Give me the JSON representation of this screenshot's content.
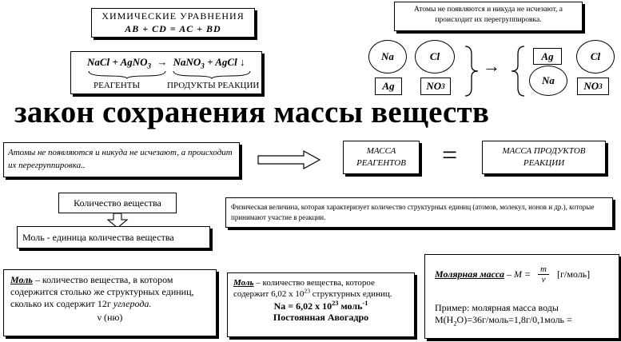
{
  "chem_box": {
    "title": "ХИМИЧЕСКИЕ УРАВНЕНИЯ",
    "equation": "AB + CD = AC + BD"
  },
  "reaction_box": {
    "reactants": "NaCl + AgNO",
    "reactants_sub": "3",
    "arrow": "→",
    "products": "NaNO",
    "products_sub": "3",
    "products_tail": " + AgCl ↓",
    "label_reagents": "РЕАГЕНТЫ",
    "label_products": "ПРОДУКТЫ РЕАКЦИИ"
  },
  "note_top": "Атомы не появляются и никуда не исчезают, а происходит их перегруппировка.",
  "atoms_left": {
    "na": "Na",
    "cl": "Cl",
    "ag": "Ag",
    "no": "NO",
    "no_sub": "3"
  },
  "atoms_right": {
    "ag": "Ag",
    "cl": "Cl",
    "na": "Na",
    "no": "NO",
    "no_sub": "3"
  },
  "arrow_right_symbol": "→",
  "main_title": "закон сохранения массы веществ",
  "law_note": "Атомы не появляются и никуда не исчезают, а происходит их перегруппировка..",
  "mass_reagents": "МАССА РЕАГЕНТОВ",
  "equals": "=",
  "mass_products": "МАССА ПРОДУКТОВ РЕАКЦИИ",
  "quantity_label": "Количество вещества",
  "mol_unit": "Моль  -  единица количества вещества",
  "physical_quantity": "Физическая величина, которая характеризует количество структурных единиц (атомов, молекул, ионов и др.),  которые принимают участие в реакции.",
  "mol_def_left": {
    "term": "Моль",
    "text": " – количество вещества, в котором содержится столько же структурных единиц, сколько их содержит 12г ",
    "carbon": "углерода.",
    "symbol": "ν (ню)"
  },
  "mol_def_mid": {
    "term": "Моль",
    "text": " – количество вещества, которое содержит  6,02 x 10",
    "exp": "23",
    "text2": " структурных единиц.",
    "avogadro_eq": "Na = 6,02 x 10",
    "avogadro_exp": "23",
    "avogadro_unit": " моль",
    "avogadro_unit_exp": "-1",
    "avogadro_name": "Постоянная  Авогадро"
  },
  "molar_mass": {
    "term": "Молярная масса",
    "formula_lhs": " – M = ",
    "num": "m",
    "den": "ν",
    "unit": "[г/моль]",
    "example_label": "Пример:  молярная масса воды",
    "example_calc_a": "M(H",
    "example_calc_sub": "2",
    "example_calc_b": "O)=36г/моль=1,8г/0,1моль ="
  }
}
